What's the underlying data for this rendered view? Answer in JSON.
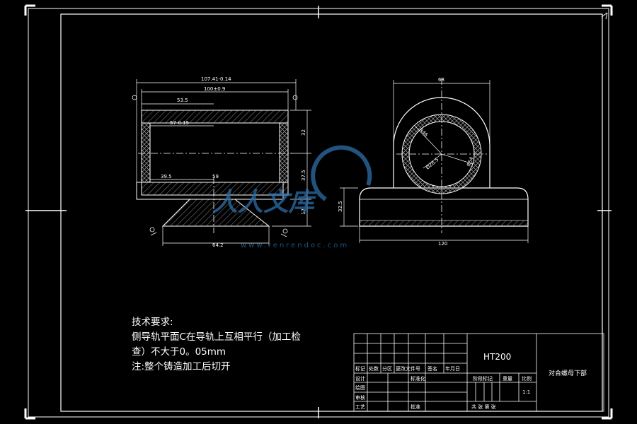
{
  "drawing": {
    "material": "HT200",
    "part_name": "对合螺母下部",
    "watermark_main": "人人文库",
    "watermark_url": "www.renrendoc.com"
  },
  "tech_requirements": {
    "title": "技术要求:",
    "line1": "侧导轨平面C在导轨上互相平行（加工检",
    "line2": "查）不大于0。05mm",
    "line3": "注:整个铸造加工后切开"
  },
  "dimensions": {
    "front_total": "107.41-0.14",
    "front_inner": "100±0.9",
    "front_53": "53.5",
    "front_57": "57-0.15",
    "front_39": "39.5",
    "front_59": "59",
    "front_bottom": "64.2",
    "front_h32": "32",
    "front_h37": "37.5",
    "front_h17": "17",
    "side_width": "68",
    "side_base": "120",
    "side_h": "32.5",
    "side_r1": "R46",
    "side_r2": "R54",
    "side_phi": "Ø28.5"
  },
  "title_block": {
    "col_mark": "标记",
    "col_count": "处数",
    "col_zone": "分区",
    "col_doc": "更改文件号",
    "col_sign": "签名",
    "col_date": "年月日",
    "row_design": "设计",
    "row_std": "标准化",
    "row_draw": "绘图",
    "row_review": "审核",
    "row_process": "工艺",
    "row_approve": "批准",
    "stage_mark": "阶段标记",
    "weight": "重量",
    "scale": "比例",
    "scale_value": "1:1",
    "sheets": "共    张 第    张"
  }
}
